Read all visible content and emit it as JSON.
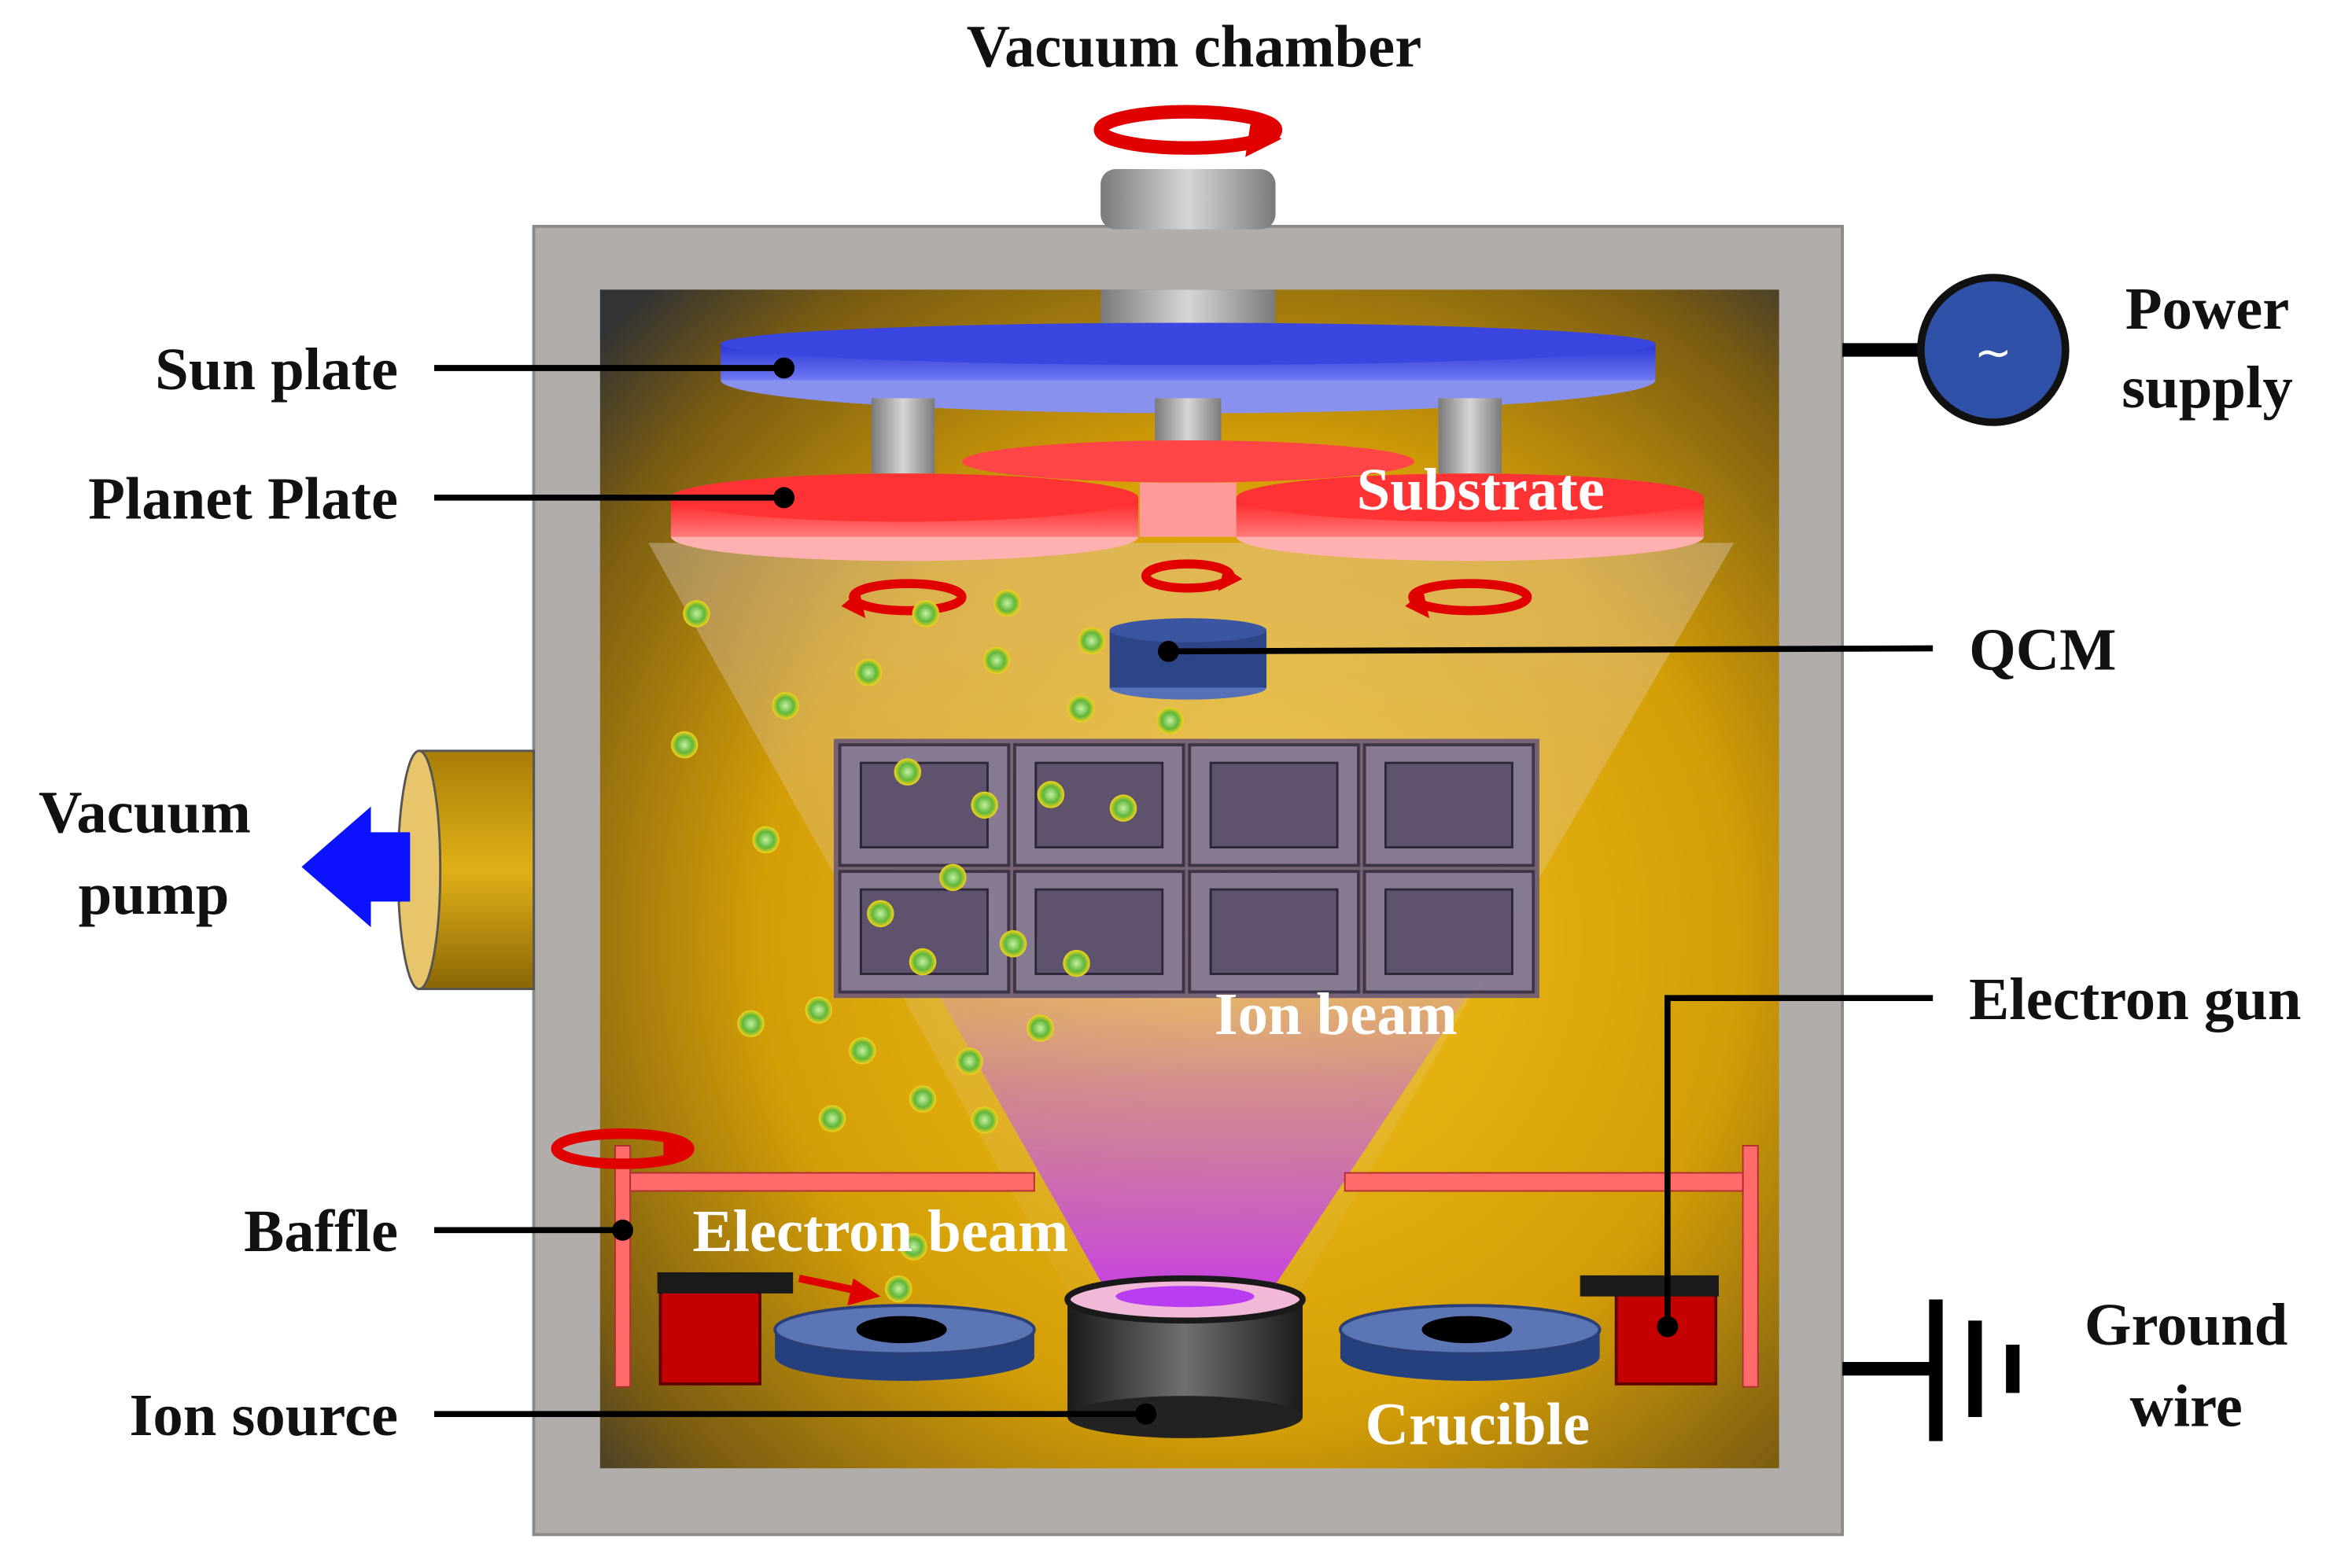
{
  "labels": {
    "vacuum_chamber": "Vacuum chamber",
    "sun_plate": "Sun plate",
    "planet_plate": "Planet Plate",
    "substrate": "Substrate",
    "power_supply_1": "Power",
    "power_supply_2": "supply",
    "power_symbol": "~",
    "qcm": "QCM",
    "vacuum_pump_1": "Vacuum",
    "vacuum_pump_2": "pump",
    "ion_beam": "Ion beam",
    "electron_gun": "Electron gun",
    "baffle": "Baffle",
    "electron_beam": "Electron beam",
    "ground_wire_1": "Ground",
    "ground_wire_2": "wire",
    "ion_source": "Ion source",
    "crucible": "Crucible"
  },
  "colors": {
    "chamber_wall": "#b0adab",
    "chamber_interior": "#d49e07",
    "sun_plate": "#3b46e0",
    "planet_plate": "#ff2a2a",
    "qcm": "#2d4486",
    "power_supply": "#2f52a8",
    "ion_beam": "#c040e8",
    "heater_block": "#c40000",
    "baffle": "#ff6a6a",
    "particle": "#7ec850",
    "arrow_pump": "#0a12ff",
    "rotation_arrow": "#e00000"
  }
}
